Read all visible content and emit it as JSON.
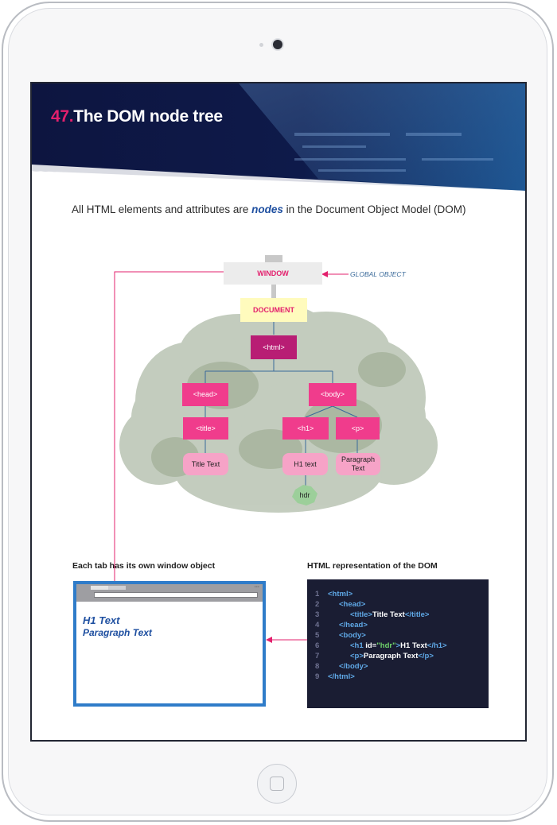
{
  "slide": {
    "number": "47.",
    "title": "The DOM node tree",
    "intro_before": "All HTML elements and attributes are ",
    "intro_em": "nodes",
    "intro_after": " in the Document Object Model (DOM)"
  },
  "tree": {
    "window": "WINDOW",
    "global_object": "GLOBAL OBJECT",
    "document": "DOCUMENT",
    "html": "<html>",
    "head": "<head>",
    "body": "<body>",
    "title": "<title>",
    "h1": "<h1>",
    "p": "<p>",
    "title_text": "Title Text",
    "h1_text": "H1 text",
    "paragraph_text": "Paragraph Text",
    "hdr": "hdr"
  },
  "left_panel": {
    "caption": "Each tab has its own window object",
    "h1_text": "H1 Text",
    "paragraph_text": "Paragraph Text"
  },
  "right_panel": {
    "caption": "HTML representation of the DOM",
    "code_lines": [
      {
        "n": "1",
        "indent": 0,
        "parts": [
          {
            "t": "<html>",
            "c": "tag"
          }
        ]
      },
      {
        "n": "2",
        "indent": 1,
        "parts": [
          {
            "t": "<head>",
            "c": "tag"
          }
        ]
      },
      {
        "n": "3",
        "indent": 2,
        "parts": [
          {
            "t": "<title>",
            "c": "tag"
          },
          {
            "t": "Title Text",
            "c": "plain"
          },
          {
            "t": "</title>",
            "c": "tag"
          }
        ]
      },
      {
        "n": "4",
        "indent": 1,
        "parts": [
          {
            "t": "</head>",
            "c": "tag"
          }
        ]
      },
      {
        "n": "5",
        "indent": 1,
        "parts": [
          {
            "t": "<body>",
            "c": "tag"
          }
        ]
      },
      {
        "n": "6",
        "indent": 2,
        "parts": [
          {
            "t": "<h1 ",
            "c": "tag"
          },
          {
            "t": "id=",
            "c": "attr"
          },
          {
            "t": "\"hdr\"",
            "c": "str"
          },
          {
            "t": ">",
            "c": "tag"
          },
          {
            "t": "H1 Text",
            "c": "plain"
          },
          {
            "t": "</h1>",
            "c": "tag"
          }
        ]
      },
      {
        "n": "7",
        "indent": 2,
        "parts": [
          {
            "t": "<p>",
            "c": "tag"
          },
          {
            "t": "Paragraph Text",
            "c": "plain"
          },
          {
            "t": "</p>",
            "c": "tag"
          }
        ]
      },
      {
        "n": "8",
        "indent": 1,
        "parts": [
          {
            "t": "</body>",
            "c": "tag"
          }
        ]
      },
      {
        "n": "9",
        "indent": 0,
        "parts": [
          {
            "t": "</html>",
            "c": "tag"
          }
        ]
      }
    ]
  },
  "colors": {
    "accent_pink": "#e3206d",
    "node_magenta": "#f03c8c",
    "html_node": "#b81d74",
    "leaf_pink": "#f6a3c7",
    "document_yellow": "#fffbbd",
    "window_gray": "#ececec",
    "hdr_green": "#9ccf9a",
    "line_blue": "#3a6a9a"
  }
}
